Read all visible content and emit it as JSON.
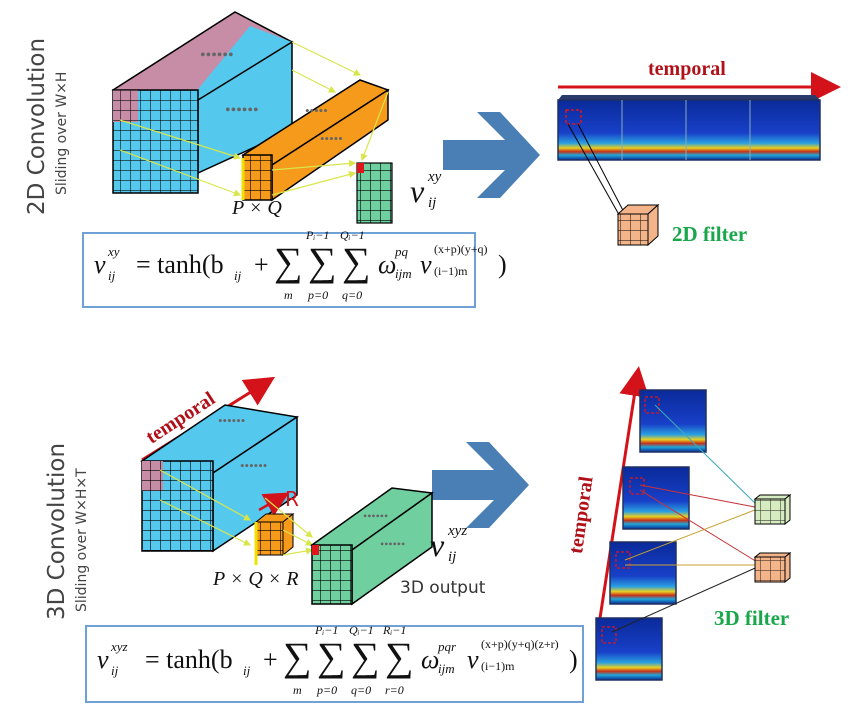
{
  "panels": {
    "top": {
      "title": "2D Convolution",
      "subtitle": "Sliding over W×H",
      "kernel_label": "P × Q",
      "output_label": {
        "base": "v",
        "sub": "ij",
        "sup": "xy"
      },
      "spectrogram_axis_label": "temporal",
      "filter_label": "2D filter",
      "equation": {
        "lhs": {
          "base": "v",
          "sub": "ij",
          "sup": "xy"
        },
        "rhs_prefix": "= tanh(b",
        "b_sub": "ij",
        "plus": "+",
        "sums": [
          {
            "lower": "m",
            "upper": ""
          },
          {
            "lower": "p=0",
            "upper": "Pᵢ−1"
          },
          {
            "lower": "q=0",
            "upper": "Qᵢ−1"
          }
        ],
        "weight": {
          "base": "ω",
          "sub": "ijm",
          "sup": "pq"
        },
        "input": {
          "base": "v",
          "sub": "(i−1)m",
          "sup": "(x+p)(y+q)"
        },
        "close": ")"
      }
    },
    "bottom": {
      "title": "3D Convolution",
      "subtitle": "Sliding over W×H×T",
      "cube_axis_label": "temporal",
      "depth_label": "R",
      "kernel_label": "P × Q × R",
      "output_label": {
        "base": "v",
        "sub": "ij",
        "sup": "xyz"
      },
      "output_caption": "3D output",
      "spectrogram_axis_label": "temporal",
      "filter_label": "3D filter",
      "equation": {
        "lhs": {
          "base": "v",
          "sub": "ij",
          "sup": "xyz"
        },
        "rhs_prefix": "= tanh(b",
        "b_sub": "ij",
        "plus": "+",
        "sums": [
          {
            "lower": "m",
            "upper": ""
          },
          {
            "lower": "p=0",
            "upper": "Pᵢ−1"
          },
          {
            "lower": "q=0",
            "upper": "Qᵢ−1"
          },
          {
            "lower": "r=0",
            "upper": "Rᵢ−1"
          }
        ],
        "weight": {
          "base": "ω",
          "sub": "ijm",
          "sup": "pqr"
        },
        "input": {
          "base": "v",
          "sub": "(i−1)m",
          "sup": "(x+p)(y+q)(z+r)"
        },
        "close": ")"
      }
    }
  },
  "colors": {
    "input_cube": "#55c8ee",
    "input_highlight": "#c78ca6",
    "feature_map": "#f59a1b",
    "output": "#6fcf9f",
    "output_active_cell": "#e0141b",
    "connector": "#d8e64a",
    "big_arrow": "#4a7fb5",
    "temporal": "#d4121a",
    "filter_text": "#1aa64a",
    "filter_2d": "#f3b48a",
    "filter_3d_a": "#d7ebc0",
    "filter_3d_b": "#f3b48a",
    "equation_border": "#6fa0d6"
  },
  "icons": {
    "flow_arrow": "right-chevron-arrow-icon",
    "temporal_arrow": "red-arrow-icon"
  }
}
